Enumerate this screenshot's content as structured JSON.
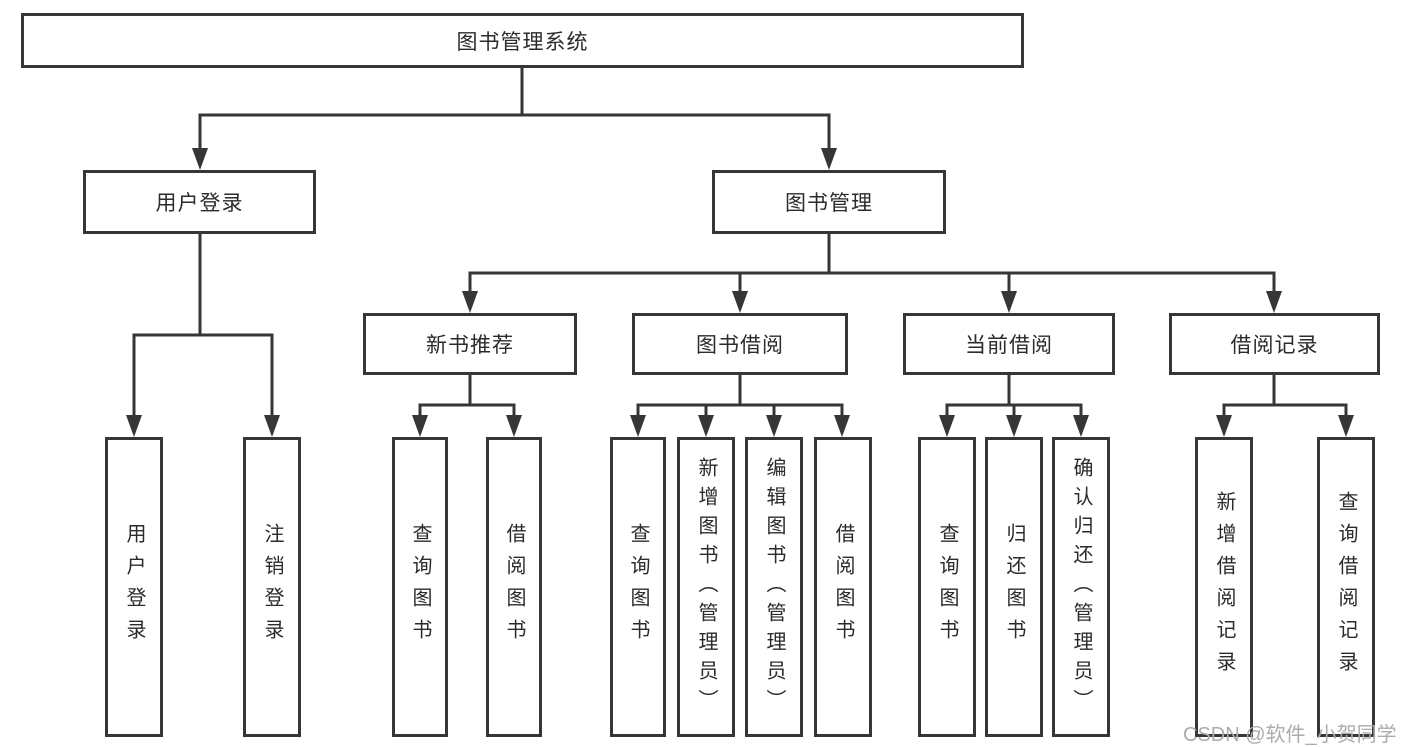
{
  "colors": {
    "background": "#ffffff",
    "line": "#363636",
    "box_border": "#363636",
    "text": "#2b2b2b",
    "watermark_text": "#acacac"
  },
  "diagram": {
    "type": "hierarchy-tree",
    "root": {
      "label": "图书管理系统"
    },
    "level2": [
      {
        "id": "user-login",
        "label": "用户登录",
        "parent": "图书管理系统"
      },
      {
        "id": "book-management",
        "label": "图书管理",
        "parent": "图书管理系统"
      }
    ],
    "level3": [
      {
        "id": "new-book-recommend",
        "label": "新书推荐",
        "parent": "图书管理"
      },
      {
        "id": "book-borrow",
        "label": "图书借阅",
        "parent": "图书管理"
      },
      {
        "id": "current-borrow",
        "label": "当前借阅",
        "parent": "图书管理"
      },
      {
        "id": "borrow-record",
        "label": "借阅记录",
        "parent": "图书管理"
      }
    ],
    "leaves": [
      {
        "label": "用户登录",
        "parent": "用户登录"
      },
      {
        "label": "注销登录",
        "parent": "用户登录"
      },
      {
        "label": "查询图书",
        "parent": "新书推荐"
      },
      {
        "label": "借阅图书",
        "parent": "新书推荐"
      },
      {
        "label": "查询图书",
        "parent": "图书借阅"
      },
      {
        "label": "新增图书（管理员）",
        "parent": "图书借阅"
      },
      {
        "label": "编辑图书（管理员）",
        "parent": "图书借阅"
      },
      {
        "label": "借阅图书",
        "parent": "图书借阅"
      },
      {
        "label": "查询图书",
        "parent": "当前借阅"
      },
      {
        "label": "归还图书",
        "parent": "当前借阅"
      },
      {
        "label": "确认归还（管理员）",
        "parent": "当前借阅"
      },
      {
        "label": "新增借阅记录",
        "parent": "借阅记录"
      },
      {
        "label": "查询借阅记录",
        "parent": "借阅记录"
      }
    ]
  },
  "watermark": {
    "text": "CSDN @软件_小贺同学"
  }
}
